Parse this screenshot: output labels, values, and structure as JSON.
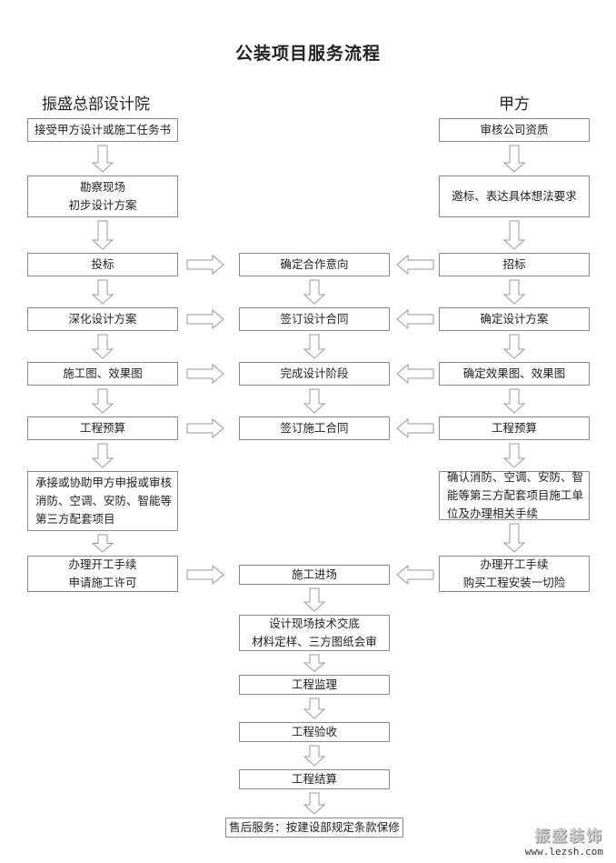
{
  "title": "公装项目服务流程",
  "left_header": "振盛总部设计院",
  "right_header": "甲方",
  "left_steps": [
    "接受甲方设计或施工任务书",
    "勘察现场\n初步设计方案",
    "投标",
    "深化设计方案",
    "施工图、效果图",
    "工程预算",
    "承接或协助甲方申报或审核\n消防、空调、安防、智能等\n第三方配套项目",
    "办理开工手续\n申请施工许可"
  ],
  "right_steps": [
    "审核公司资质",
    "邀标、表达具体想法要求",
    "招标",
    "确定设计方案",
    "确定效果图、效果图",
    "工程预算",
    "确认消防、空调、安防、智\n能等第三方配套项目施工单\n位及办理相关手续",
    "办理开工手续\n购买工程安装一切险"
  ],
  "center_steps": [
    "确定合作意向",
    "签订设计合同",
    "完成设计阶段",
    "签订施工合同",
    "施工进场",
    "设计现场技术交底\n材料定样、三方图纸会审",
    "工程监理",
    "工程验收",
    "工程结算",
    "售后服务：按建设部规定条款保修"
  ],
  "watermark": {
    "brand": "振盛装饰",
    "url": "www.lezsh.com"
  },
  "colors": {
    "box_border": "#8a8a8a",
    "arrow_stroke": "#9a9a9a",
    "text": "#222222"
  }
}
